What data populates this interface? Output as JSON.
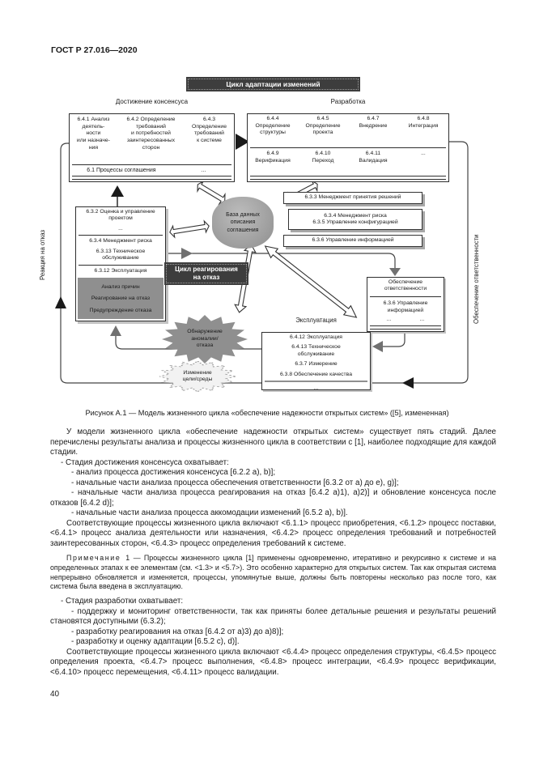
{
  "header": {
    "doc_code": "ГОСТ Р 27.016—2020"
  },
  "colors": {
    "banner_bg": "#3d3d3d",
    "blob_gray": "#a3a3a3",
    "sub_gray": "#8f8f8f",
    "burst_dark": "#8f8f8f",
    "burst_light": "#f2f2f2",
    "line": "#444444"
  },
  "diagram": {
    "adaptation_cycle": "Цикл адаптации изменений",
    "consensus_label": "Достижение консенсуса",
    "development_label": "Разработка",
    "consensus_box": {
      "c1": "6.4.1 Анализ\nдеятель-\nности\nили назначе-\nния",
      "c2": "6.4.2 Определение\nтребований\nи потребностей\nзаинтересованных\nсторон",
      "c3": "6.4.3\nОпределение\nтребований\nк системе",
      "footer": "6.1 Процессы соглашения",
      "dots": "..."
    },
    "development_box": {
      "r1": [
        "6.4.4\nОпределение\nструктуры",
        "6.4.5\nОпределение\nпроекта",
        "6.4.7\nВнедрение",
        "6.4.8\nИнтеграция"
      ],
      "r2": [
        "6.4.9\nВерификация",
        "6.4.10\nПереход",
        "6.4.11\nВалидация",
        "..."
      ]
    },
    "database_blob": "База данных\nописания\nсоглашения",
    "mgmt_boxes": [
      "6.3.3 Менеджмент принятия решений",
      "6.3.4 Менеджмент риска\n6.3.5 Управление конфигурацией",
      "6.3.6 Управление информацией"
    ],
    "left_stack": {
      "top": "6.3.2 Оценка и управление\nпроектом",
      "dots": "...",
      "mid1": "6.3.4 Менеджмент риска",
      "mid2": "6.3.13 Техническое\nобслуживание",
      "mid3": "6.3.12 Эксплуатация",
      "gray": [
        "Анализ причин",
        "Реагирование на отказ",
        "Предупреждение отказа"
      ]
    },
    "failure_cycle": "Цикл реагирования\nна отказ",
    "accountability_box": {
      "title": "Обеспечение\nответственности",
      "item": "6.3.6 Управление\nинформацией",
      "dots1": "...",
      "dots2": "..."
    },
    "operation_label": "Эксплуатация",
    "operation_box": {
      "i1": "6.4.12 Эксплуатация",
      "i2": "6.4.13 Техническое\nобслуживание",
      "i3": "6.3.7 Измерение",
      "i4": "6.3.8 Обеспечение качества",
      "dots": "..."
    },
    "burst_failure": "Обнаружение\nаномалии/\nотказа",
    "burst_change": "Изменение\nцели/среды",
    "left_axis": "Реакция на отказ",
    "right_axis": "Обеспечение ответственности"
  },
  "caption": "Рисунок А.1 — Модель жизненного цикла «обеспечение надежности открытых систем» ([5], измененная)",
  "body": {
    "p1": "У модели жизненного цикла «обеспечение надежности открытых систем» существует пять стадий. Далее перечислены результаты анализа и процессы жизненного цикла в соответствии с [1], наиболее подходящие для каждой стадии.",
    "b1": "- Стадия достижения консенсуса охватывает:",
    "b1_items": [
      "- анализ процесса достижения консенсуса [6.2.2 a), b)];",
      "- начальные части анализа процесса обеспечения ответственности [6.3.2 от a) до e), g)];",
      "- начальные части анализа процесса реагирования на отказ [6.4.2 a)1), a)2)] и обновление консенсуса после отказов [6.4.2 d)];",
      "- начальные части анализа процесса аккомодации изменений [6.5.2 a), b)]."
    ],
    "p2": "Соответствующие процессы жизненного цикла включают <6.1.1> процесс приобретения, <6.1.2> процесс поставки, <6.4.1> процесс анализа деятельности или назначения, <6.4.2> процесс определения требований и потребностей заинтересованных сторон, <6.4.3> процесс определения требований к системе.",
    "note_label": "Примечание 1",
    "note_text": "— Процессы жизненного цикла [1] применены одновременно, итеративно и рекурсивно к системе и на определенных этапах к ее элементам (см. <1.3> и <5.7>). Это особенно характерно для открытых систем. Так как открытая система непрерывно обновляется и изменяется, процессы, упомянутые выше, должны быть повторены несколько раз после того, как система была введена в эксплуатацию.",
    "b2": "- Стадия разработки охватывает:",
    "b2_items": [
      "- поддержку и мониторинг ответственности, так как приняты более детальные решения и результаты решений становятся доступными (6.3.2);",
      "- разработку реагирования на отказ [6.4.2 от a)3) до a)8)];",
      "- разработку и оценку адаптации [6.5.2 c), d)]."
    ],
    "p3": "Соответствующие процессы жизненного цикла включают <6.4.4> процесс определения структуры, <6.4.5> процесс определения проекта, <6.4.7> процесс выполнения, <6.4.8> процесс интеграции, <6.4.9> процесс верификации, <6.4.10> процесс перемещения, <6.4.11> процесс валидации."
  },
  "footer": {
    "page_number": "40"
  }
}
